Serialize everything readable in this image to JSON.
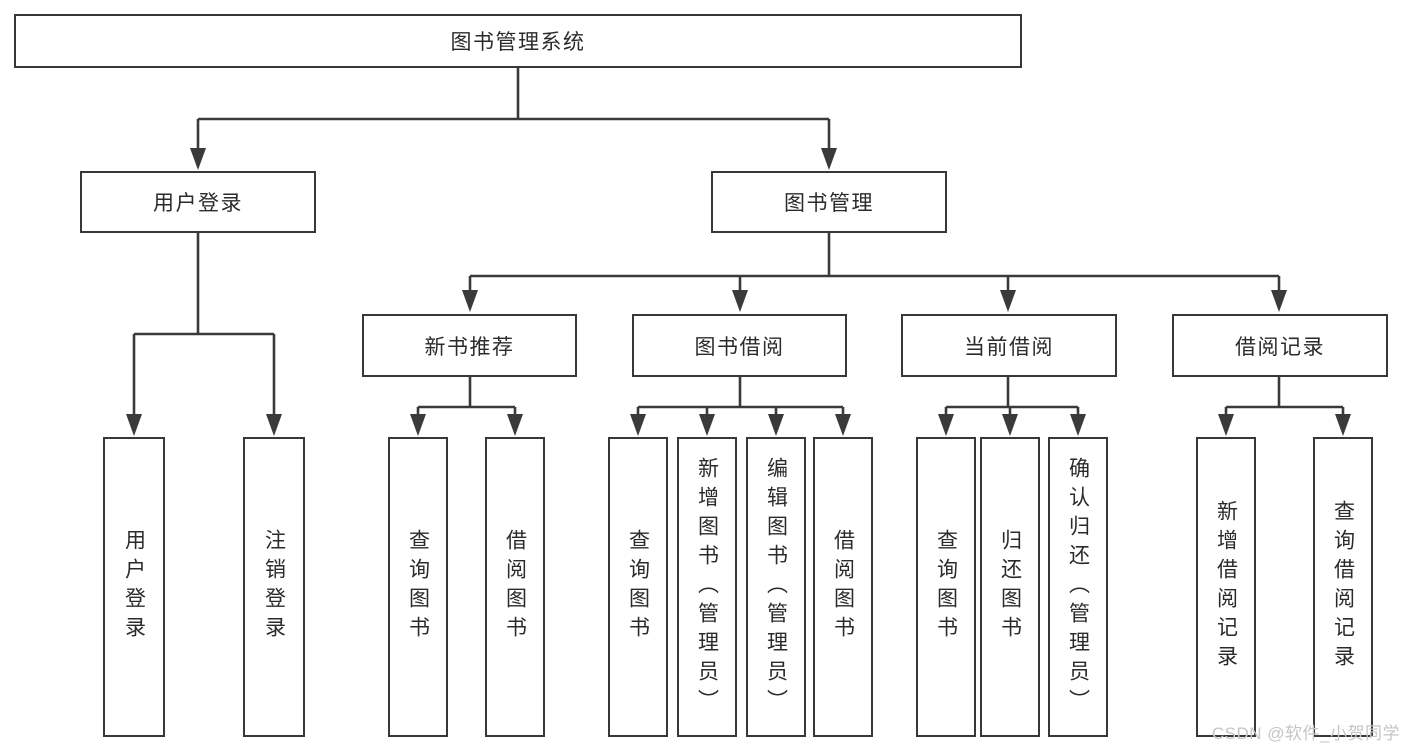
{
  "diagram": {
    "type": "hierarchy-tree",
    "colors": {
      "line": "#3a3a3a",
      "box_border": "#383838",
      "box_fill": "#ffffff",
      "text": "#2b2b2b",
      "watermark": "#c6c6c6",
      "background": "#ffffff"
    },
    "root": {
      "label": "图书管理系统",
      "children": [
        {
          "label": "用户登录",
          "children": [
            {
              "label": "用户登录"
            },
            {
              "label": "注销登录"
            }
          ]
        },
        {
          "label": "图书管理",
          "children": [
            {
              "label": "新书推荐",
              "children": [
                {
                  "label": "查询图书"
                },
                {
                  "label": "借阅图书"
                }
              ]
            },
            {
              "label": "图书借阅",
              "children": [
                {
                  "label": "查询图书"
                },
                {
                  "label": "新增图书（管理员）"
                },
                {
                  "label": "编辑图书（管理员）"
                },
                {
                  "label": "借阅图书"
                }
              ]
            },
            {
              "label": "当前借阅",
              "children": [
                {
                  "label": "查询图书"
                },
                {
                  "label": "归还图书"
                },
                {
                  "label": "确认归还（管理员）"
                }
              ]
            },
            {
              "label": "借阅记录",
              "children": [
                {
                  "label": "新增借阅记录"
                },
                {
                  "label": "查询借阅记录"
                }
              ]
            }
          ]
        }
      ]
    }
  },
  "watermark": {
    "text": "CSDN @软件_小贺同学"
  }
}
